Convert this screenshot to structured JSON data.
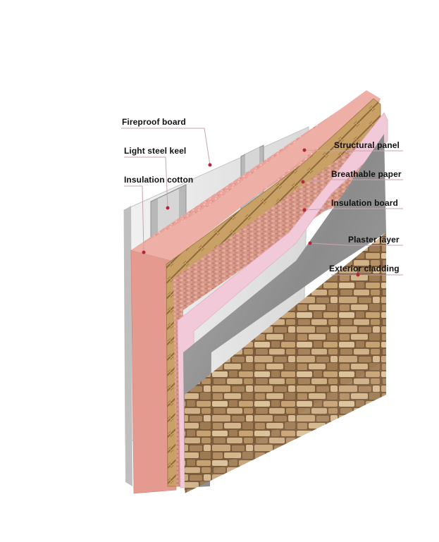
{
  "labels": {
    "fireproof_board": "Fireproof board",
    "light_steel_keel": "Light steel keel",
    "insulation_cotton": "Insulation cotton",
    "structural_panel": "Structural panel",
    "breathable_paper": "Breathable paper",
    "insulation_board": "Insulation board",
    "plaster_layer": "Plaster layer",
    "exterior_cladding": "Exterior cladding"
  },
  "colors": {
    "background": "#ffffff",
    "leader_line": "#c9a3b1",
    "marker_dot": "#b3263b",
    "fireproof_board": "#e6e6e6",
    "insulation_cotton": "#e9a39a",
    "structural_panel": "#c9a065",
    "breathable_paper": "#d99a8a",
    "insulation_board": "#f2c9d8",
    "plaster_layer": "#9c9c9c",
    "exterior_cladding": "#8a6a48"
  }
}
